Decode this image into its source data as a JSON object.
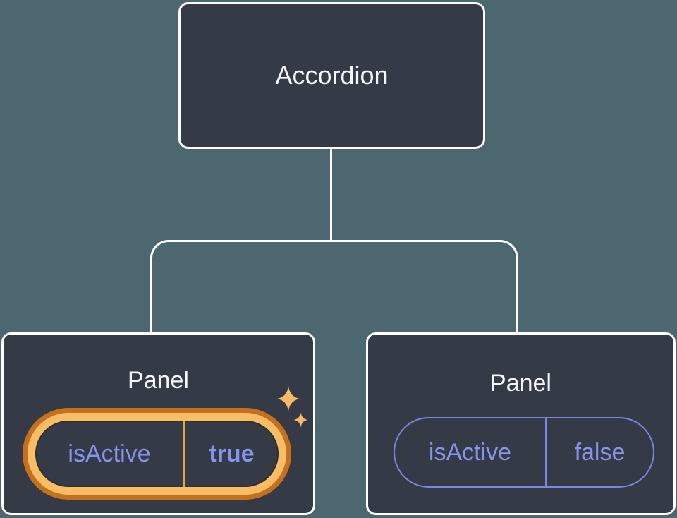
{
  "diagram": {
    "type": "component-tree",
    "description": "React component tree with state: Accordion parent with two Panel children"
  },
  "nodes": {
    "accordion": {
      "label": "Accordion"
    },
    "panel_active": {
      "label": "Panel",
      "prop_name": "isActive",
      "prop_value": "true",
      "highlighted": true
    },
    "panel_inactive": {
      "label": "Panel",
      "prop_name": "isActive",
      "prop_value": "false",
      "highlighted": false
    }
  },
  "icons": {
    "sparkle_large": "sparkle-icon",
    "sparkle_small": "sparkle-icon"
  },
  "colors": {
    "background": "#4C6770",
    "card": "#343A46",
    "card_border": "#FFFFFF",
    "connector": "#FFFFFF",
    "title_text": "#F6F7F9",
    "prop_text": "#8A93EB",
    "pill_outline": "#7C86E2",
    "highlight_outer": "#C4701F",
    "highlight_fill": "#FABD66",
    "highlight_divider": "#E6A44F",
    "sparkle": "#F9BA68"
  }
}
